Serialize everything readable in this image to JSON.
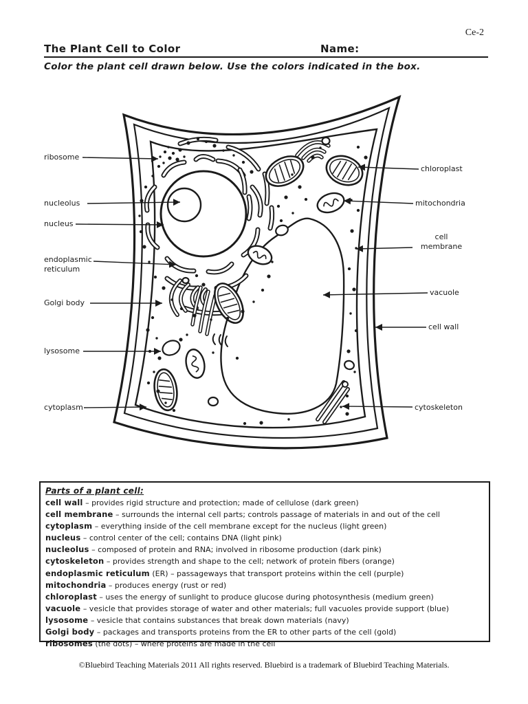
{
  "page": {
    "code": "Ce-2",
    "title": "The Plant Cell to Color",
    "name_label": "Name:",
    "instruction": "Color the plant cell drawn below. Use the colors indicated in the box.",
    "footer": "©Bluebird Teaching Materials 2011 All rights reserved. Bluebird is a trademark of Bluebird Teaching Materials."
  },
  "diagram": {
    "labels": {
      "ribosome": "ribosome",
      "nucleolus": "nucleolus",
      "nucleus": "nucleus",
      "endoplasmic_reticulum": "endoplasmic reticulum",
      "golgi_body": "Golgi body",
      "lysosome": "lysosome",
      "cytoplasm": "cytoplasm",
      "chloroplast": "chloroplast",
      "mitochondria": "mitochondria",
      "cell_membrane": "cell membrane",
      "vacuole": "vacuole",
      "cell_wall": "cell wall",
      "cytoskeleton": "cytoskeleton"
    }
  },
  "parts_box": {
    "heading": "Parts of a plant cell:",
    "items": [
      {
        "name": "cell wall",
        "suffix": "",
        "desc": "– provides rigid structure and protection; made of cellulose (dark green)"
      },
      {
        "name": "cell membrane",
        "suffix": "",
        "desc": "– surrounds the internal cell parts; controls passage of materials in and out of the cell"
      },
      {
        "name": "cytoplasm",
        "suffix": "",
        "desc": "– everything inside of the cell membrane except for the nucleus (light green)"
      },
      {
        "name": "nucleus",
        "suffix": "",
        "desc": "– control center of the cell; contains DNA (light pink)"
      },
      {
        "name": "nucleolus",
        "suffix": "",
        "desc": "– composed of protein and RNA; involved in ribosome production (dark pink)"
      },
      {
        "name": "cytoskeleton",
        "suffix": "",
        "desc": "– provides strength and shape to the cell; network of protein fibers (orange)"
      },
      {
        "name": "endoplasmic reticulum",
        "suffix": "(ER)",
        "desc": "– passageways that transport proteins within the cell (purple)"
      },
      {
        "name": "mitochondria",
        "suffix": "",
        "desc": "– produces energy (rust or red)"
      },
      {
        "name": "chloroplast",
        "suffix": "",
        "desc": "– uses the energy of sunlight to produce glucose during photosynthesis (medium green)"
      },
      {
        "name": "vacuole",
        "suffix": "",
        "desc": "– vesicle that provides storage of water and other materials; full vacuoles provide support (blue)"
      },
      {
        "name": "lysosome",
        "suffix": "",
        "desc": "– vesicle that contains substances that break down materials (navy)"
      },
      {
        "name": "Golgi body",
        "suffix": "",
        "desc": "– packages and transports proteins from the ER to other parts of the cell (gold)"
      },
      {
        "name": "ribosomes",
        "suffix": "(the dots)",
        "desc": "– where proteins are made in the cell"
      }
    ]
  },
  "colors": {
    "ink": "#1b1b1b",
    "paper": "#ffffff"
  }
}
